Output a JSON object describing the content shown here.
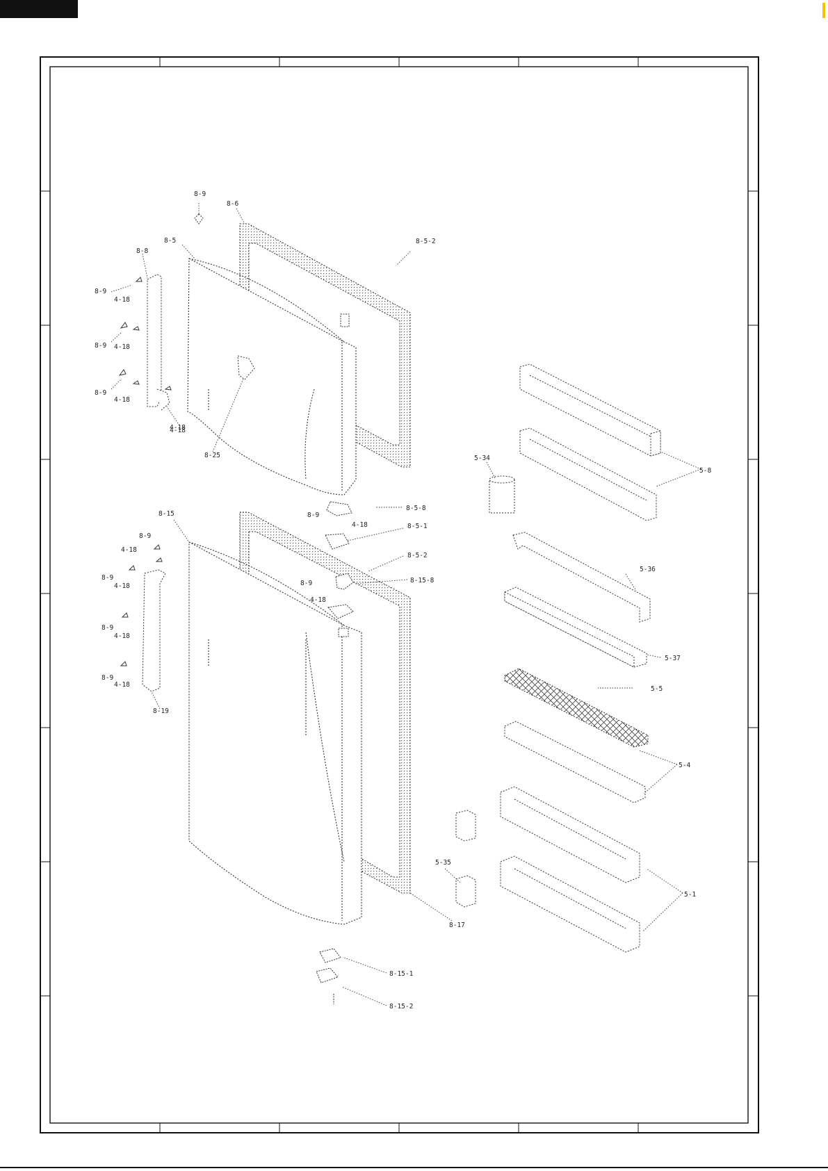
{
  "colors": {
    "ink": "#111111",
    "paper": "#ffffff",
    "accent": "#f5c400",
    "dot": "#555555"
  },
  "callouts": [
    {
      "id": "c1",
      "text": "8-9"
    },
    {
      "id": "c2",
      "text": "8-6"
    },
    {
      "id": "c3",
      "text": "8-5"
    },
    {
      "id": "c4",
      "text": "8-5-2"
    },
    {
      "id": "c5",
      "text": "8-8"
    },
    {
      "id": "c6",
      "text": "8-9"
    },
    {
      "id": "c7",
      "text": "4-18"
    },
    {
      "id": "c8",
      "text": "8-9"
    },
    {
      "id": "c9",
      "text": "4-18"
    },
    {
      "id": "c10",
      "text": "8-9"
    },
    {
      "id": "c11",
      "text": "4-18"
    },
    {
      "id": "c12",
      "text": "4-18"
    },
    {
      "id": "c13",
      "text": "8-25"
    },
    {
      "id": "c14",
      "text": "5-34"
    },
    {
      "id": "c15",
      "text": "5-8"
    },
    {
      "id": "c16",
      "text": "8-5-8"
    },
    {
      "id": "c17",
      "text": "8-9"
    },
    {
      "id": "c18",
      "text": "4-18"
    },
    {
      "id": "c19",
      "text": "8-5-1"
    },
    {
      "id": "c20",
      "text": "8-15"
    },
    {
      "id": "c21",
      "text": "8-9"
    },
    {
      "id": "c22",
      "text": "4-18"
    },
    {
      "id": "c23",
      "text": "8-5-2"
    },
    {
      "id": "c24",
      "text": "8-9"
    },
    {
      "id": "c25",
      "text": "4-18"
    },
    {
      "id": "c26",
      "text": "8-9"
    },
    {
      "id": "c27",
      "text": "8-15-8"
    },
    {
      "id": "c28",
      "text": "4-18"
    },
    {
      "id": "c29",
      "text": "5-36"
    },
    {
      "id": "c30",
      "text": "8-9"
    },
    {
      "id": "c31",
      "text": "4-18"
    },
    {
      "id": "c32",
      "text": "5-37"
    },
    {
      "id": "c33",
      "text": "8-9"
    },
    {
      "id": "c34",
      "text": "4-18"
    },
    {
      "id": "c35",
      "text": "5-5"
    },
    {
      "id": "c36",
      "text": "8-19"
    },
    {
      "id": "c37",
      "text": "5-4"
    },
    {
      "id": "c38",
      "text": "5-35"
    },
    {
      "id": "c39",
      "text": "5-1"
    },
    {
      "id": "c40",
      "text": "8-17"
    },
    {
      "id": "c41",
      "text": "8-15-1"
    },
    {
      "id": "c42",
      "text": "8-15-2"
    },
    {
      "id": "c43",
      "text": "4-18"
    }
  ]
}
